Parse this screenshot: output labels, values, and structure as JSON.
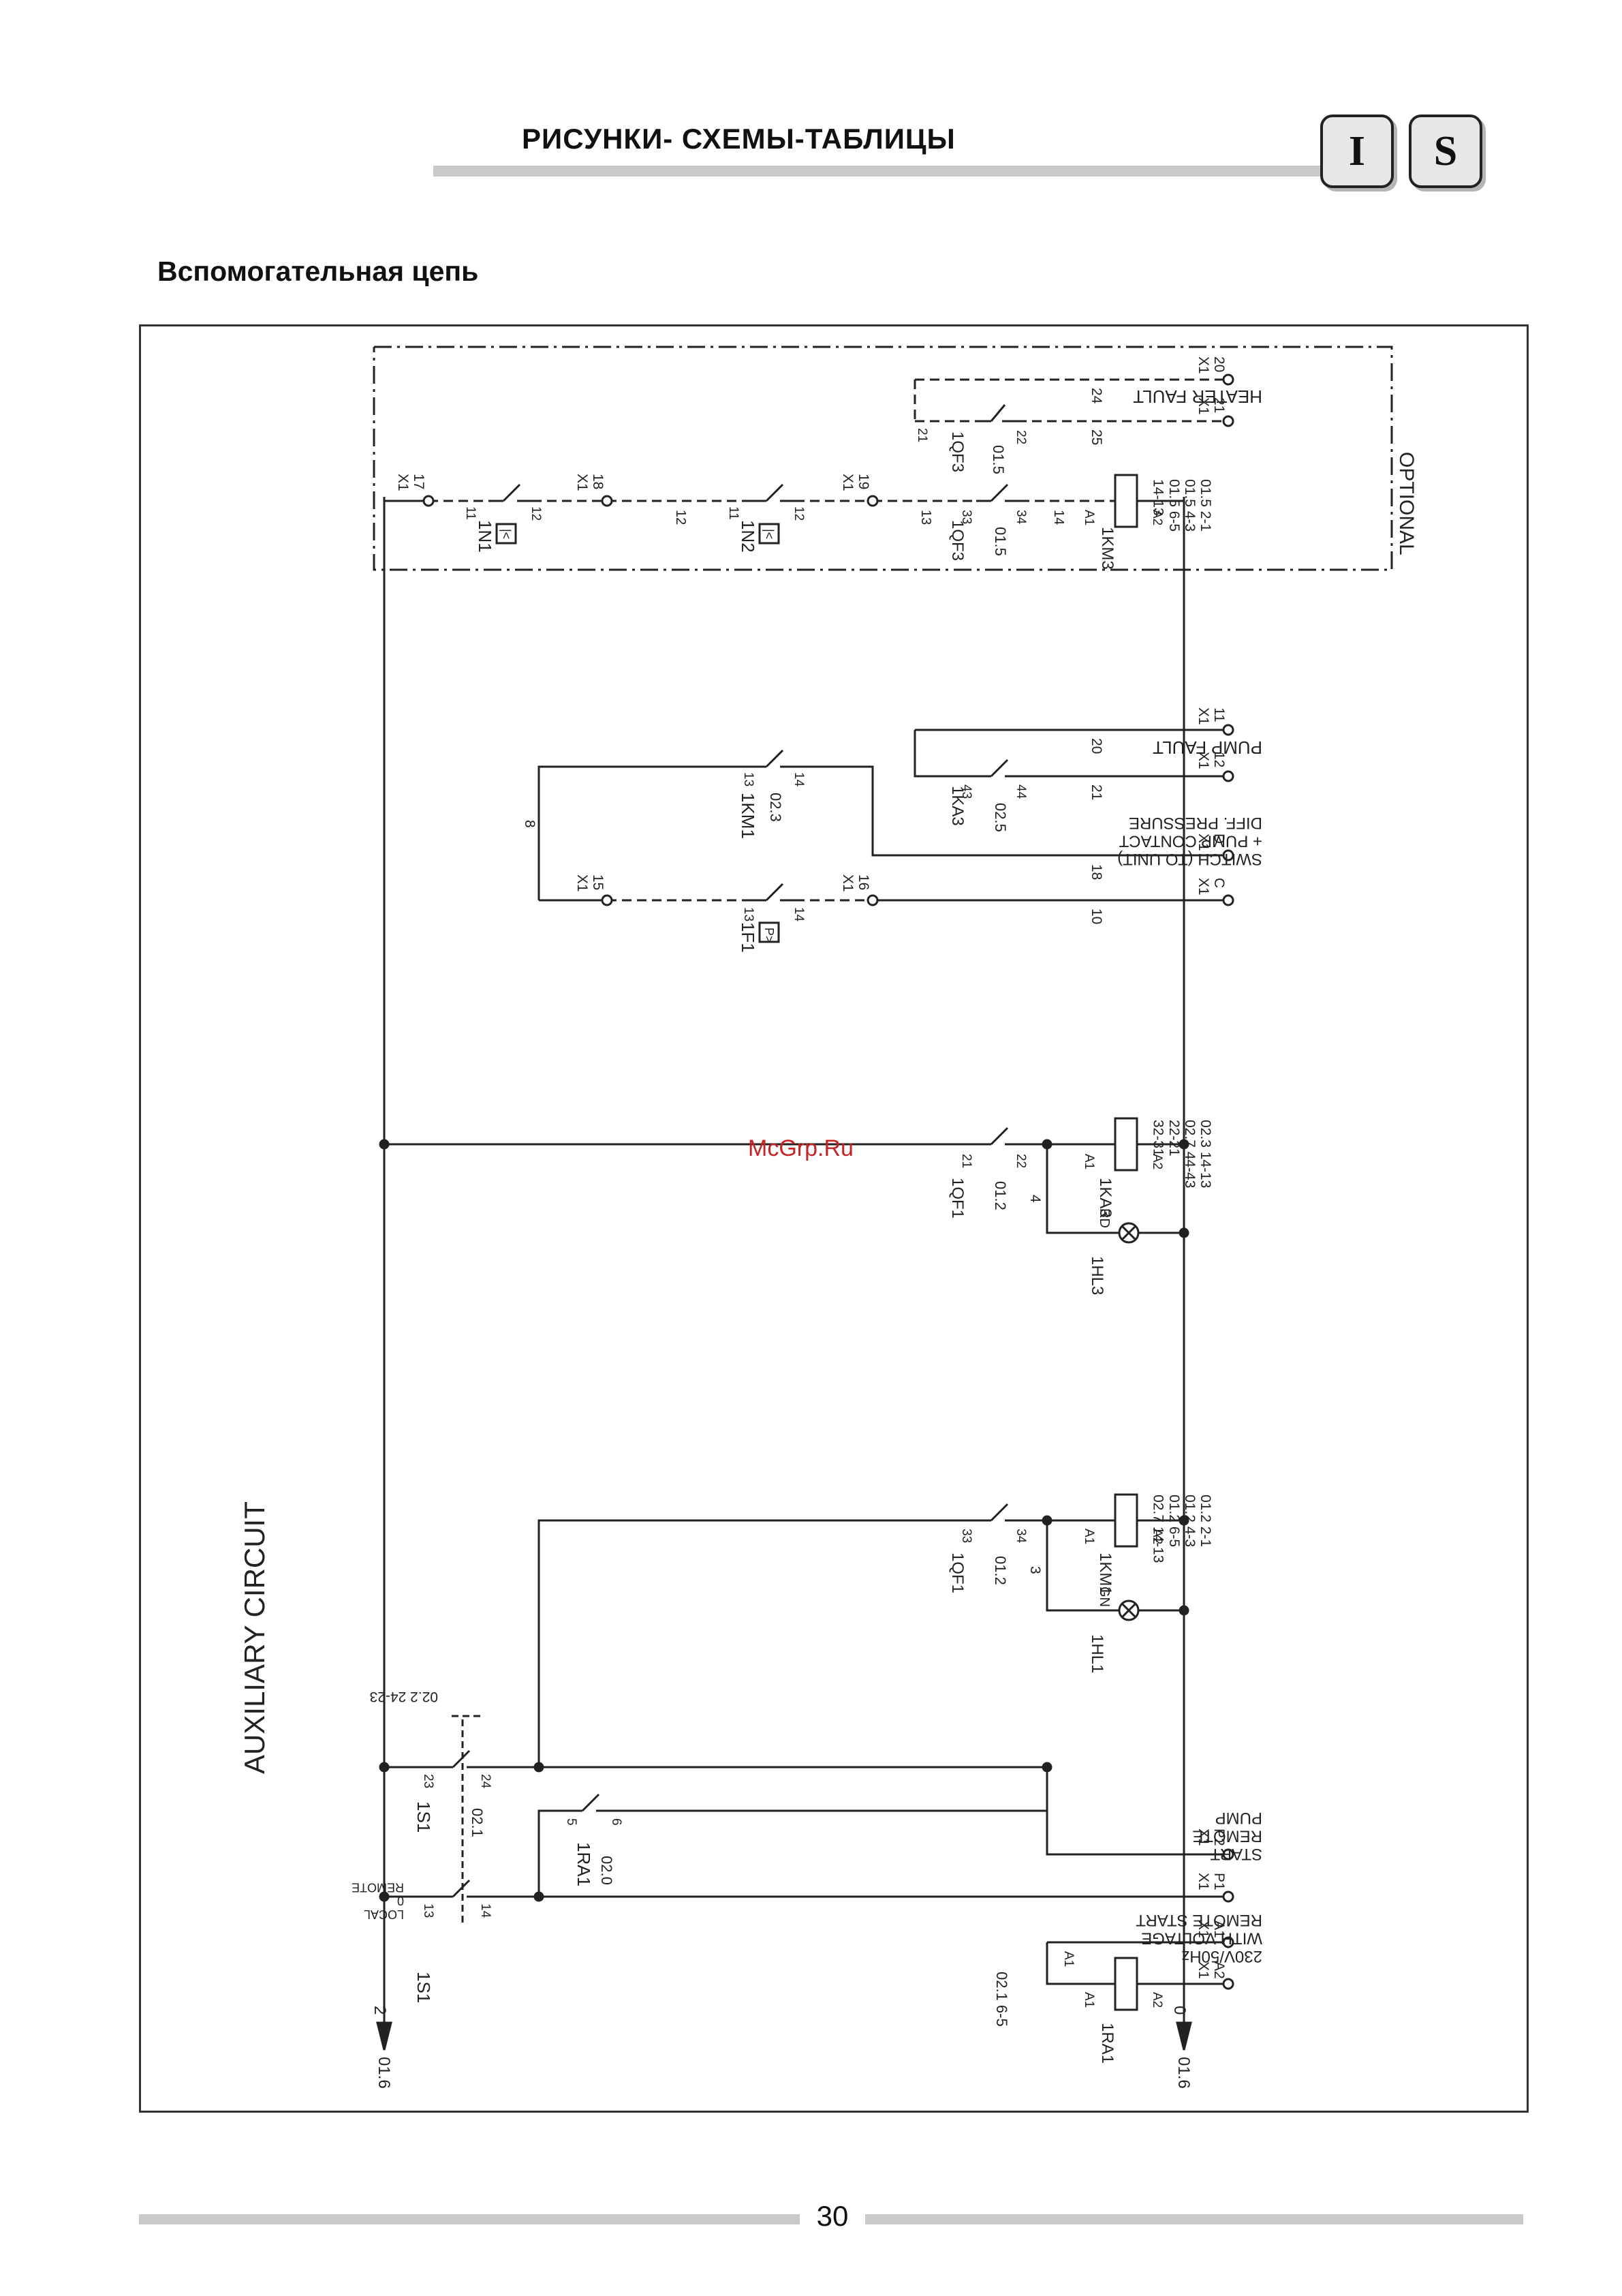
{
  "header": {
    "title": "РИСУНКИ- СХЕМЫ-ТАБЛИЦЫ",
    "badges": [
      "I",
      "S"
    ]
  },
  "section_title": "Вспомогательная цепь",
  "page_number": "30",
  "watermark": "McGrp.Ru",
  "diagram": {
    "title": "AUXILIARY CIRCUIT",
    "optional_label": "OPTIONAL",
    "rails": {
      "left_ref": "01.6",
      "left_wire": "2",
      "right_ref": "01.6",
      "right_wire": "0"
    },
    "terminals": [
      {
        "id": "X1-20",
        "label": "20\nX1"
      },
      {
        "id": "X1-21",
        "label": "21\nX1"
      },
      {
        "id": "X1-17",
        "label": "17\nX1"
      },
      {
        "id": "X1-18",
        "label": "18\nX1"
      },
      {
        "id": "X1-19",
        "label": "19\nX1"
      },
      {
        "id": "X1-11",
        "label": "11\nX1"
      },
      {
        "id": "X1-12",
        "label": "12\nX1"
      },
      {
        "id": "X1-D",
        "label": "D\nX1"
      },
      {
        "id": "X1-C",
        "label": "C\nX1"
      },
      {
        "id": "X1-15",
        "label": "15\nX1"
      },
      {
        "id": "X1-16",
        "label": "16\nX1"
      },
      {
        "id": "X1-P2",
        "label": "P2\nX1"
      },
      {
        "id": "X1-P1",
        "label": "P1\nX1"
      },
      {
        "id": "X1-A1",
        "label": "A1\nX1"
      },
      {
        "id": "X1-A2",
        "label": "A2\nX1"
      }
    ],
    "signals": [
      {
        "id": "heater-fault",
        "text": "HEATER FAULT"
      },
      {
        "id": "pump-fault",
        "text": "PUMP FAULT"
      },
      {
        "id": "pump-contact-switch",
        "text": "SWITCH (TO UNIT)\n+ PUMP CONTACT\nDIFF. PRESSURE"
      },
      {
        "id": "pump-remote-start",
        "text": "START\nREMOTE\nPUMP"
      },
      {
        "id": "remote-start-voltage",
        "text": "230V/50Hz\nWITH VOLTAGE\nREMOTE START"
      }
    ],
    "components": [
      {
        "id": "1N1",
        "ref": "1N1",
        "pins": [
          "11",
          "12"
        ]
      },
      {
        "id": "1N2",
        "ref": "1N2",
        "pins": [
          "11",
          "12"
        ]
      },
      {
        "id": "1QF3-aux",
        "ref": "1QF3",
        "sheet": "01.5",
        "pins": [
          "21",
          "22"
        ]
      },
      {
        "id": "1QF3-main",
        "ref": "1QF3",
        "sheet": "01.5",
        "pins": [
          "33",
          "34"
        ]
      },
      {
        "id": "1KM3",
        "ref": "1KM3",
        "pins": [
          "A1",
          "A2"
        ],
        "xref": [
          "01.5 2-1",
          "01.5 4-3",
          "01.5 6-5",
          "14-13"
        ]
      },
      {
        "id": "1KM1-aux",
        "ref": "1KM1",
        "sheet": "02.3",
        "pins": [
          "13",
          "14"
        ]
      },
      {
        "id": "1KA3-aux",
        "ref": "1KA3",
        "sheet": "02.5",
        "pins": [
          "43",
          "44"
        ]
      },
      {
        "id": "1F1",
        "ref": "1F1",
        "pins": [
          "13",
          "14"
        ]
      },
      {
        "id": "1QF1-a",
        "ref": "1QF1",
        "sheet": "01.2",
        "pins": [
          "21",
          "22"
        ]
      },
      {
        "id": "1KA3",
        "ref": "1KA3",
        "pins": [
          "A1",
          "A2"
        ],
        "xref": [
          "02.3 14-13",
          "02.7 44-43",
          "22-21",
          "32-31"
        ]
      },
      {
        "id": "1HL3",
        "ref": "1HL3",
        "color": "RD"
      },
      {
        "id": "1QF1-b",
        "ref": "1QF1",
        "sheet": "01.2",
        "pins": [
          "33",
          "34"
        ]
      },
      {
        "id": "1KM1",
        "ref": "1KM1",
        "pins": [
          "A1",
          "A2"
        ],
        "xref": [
          "01.2 2-1",
          "01.2 4-3",
          "01.2 6-5",
          "02.7 14-13"
        ]
      },
      {
        "id": "1HL1",
        "ref": "1HL1",
        "color": "GN"
      },
      {
        "id": "1S1-b",
        "ref": "1S1",
        "sheet": "02.1",
        "pins": [
          "23",
          "24"
        ],
        "xref": "02.2 24-23"
      },
      {
        "id": "1RA1-contact",
        "ref": "1RA1",
        "sheet": "02.0",
        "pins": [
          "5",
          "6"
        ]
      },
      {
        "id": "1S1-a",
        "ref": "1S1",
        "modes": [
          "LOCAL",
          "0",
          "REMOTE"
        ],
        "pins": [
          "13",
          "14"
        ]
      },
      {
        "id": "1RA1",
        "ref": "1RA1",
        "pins": [
          "A1",
          "A2"
        ],
        "xref": "02.1 6-5"
      }
    ],
    "wires": [
      "24",
      "25",
      "11",
      "12",
      "13",
      "14",
      "A1",
      "A2",
      "20",
      "21",
      "19",
      "17",
      "18",
      "10",
      "8",
      "4",
      "3"
    ]
  }
}
